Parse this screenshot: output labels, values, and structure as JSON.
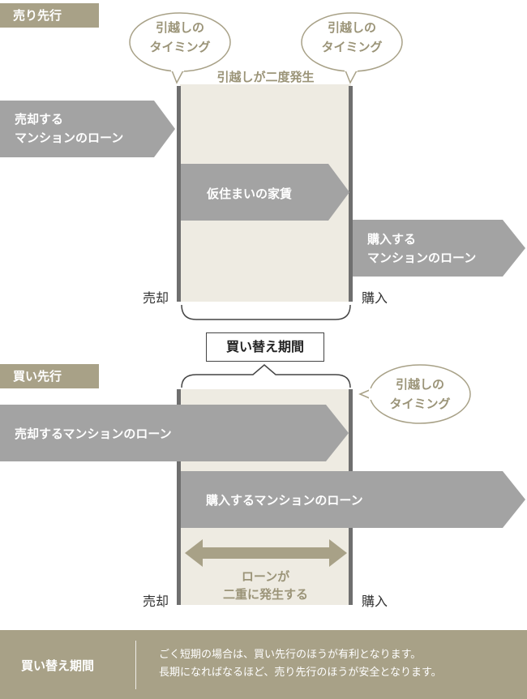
{
  "sell_first": {
    "tab_label": "売り先行",
    "bubble_left": [
      "引越しの",
      "タイミング"
    ],
    "bubble_right": [
      "引越しの",
      "タイミング"
    ],
    "double_move_caption": "引越しが二度発生",
    "sell_loan": [
      "売却する",
      "マンションのローン"
    ],
    "temp_rent": "仮住まいの家賃",
    "buy_loan": [
      "購入する",
      "マンションのローン"
    ],
    "sell_label": "売却",
    "buy_label": "購入"
  },
  "period_box": "買い替え期間",
  "buy_first": {
    "tab_label": "買い先行",
    "bubble": [
      "引越しの",
      "タイミング"
    ],
    "sell_loan": "売却するマンションのローン",
    "buy_loan": "購入するマンションのローン",
    "double_loan": [
      "ローンが",
      "二重に発生する"
    ],
    "sell_label": "売却",
    "buy_label": "購入"
  },
  "footer": {
    "title": "買い替え期間",
    "lines": [
      "ごく短期の場合は、買い先行のほうが有利となります。",
      "長期になればなるほど、売り先行のほうが安全となります。"
    ]
  },
  "colors": {
    "accent": "#a8a187",
    "arrow_gray": "#a3a3a3",
    "panel": "#eeebe2",
    "line": "#6f6f6f"
  }
}
